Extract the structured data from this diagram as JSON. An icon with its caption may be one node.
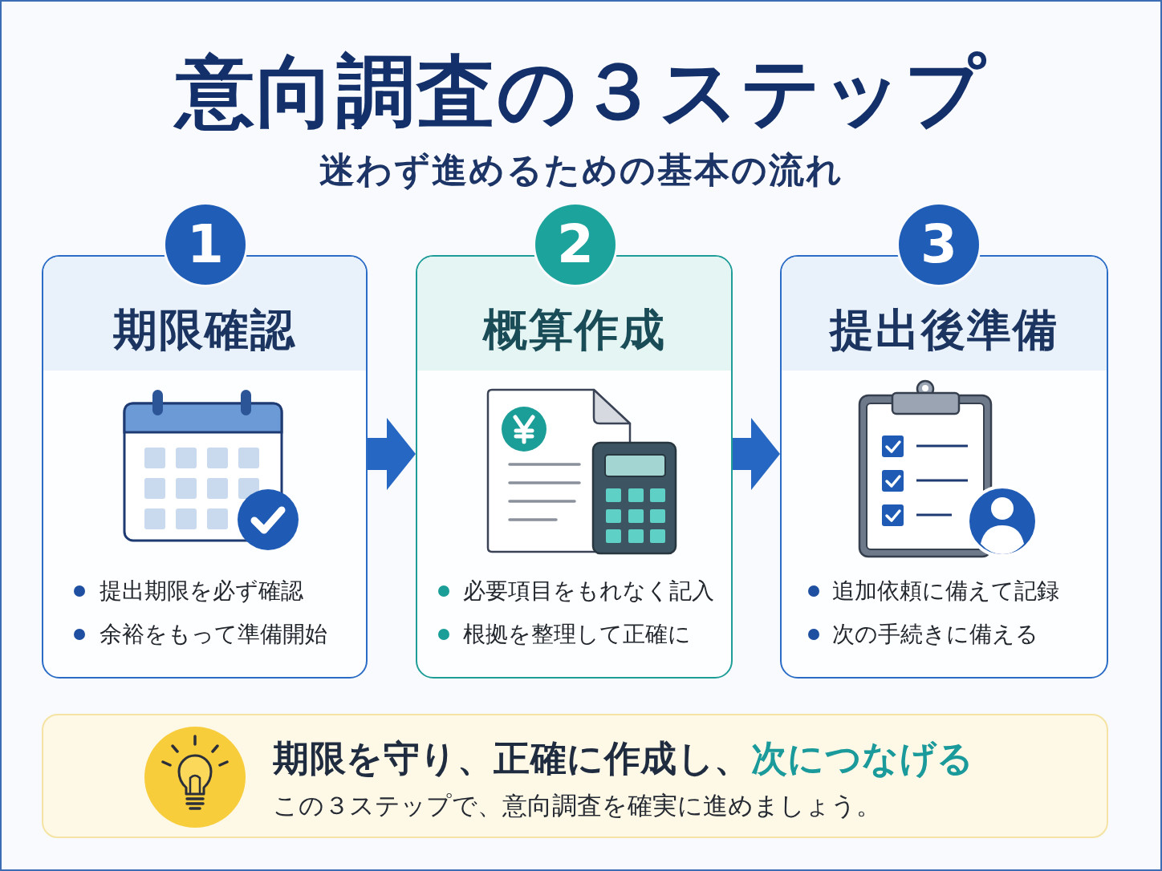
{
  "diagram": {
    "title": "意向調査の３ステップ",
    "nodes": [
      {
        "text": [
          "1"
        ]
      },
      {
        "text": [
          "期限確認",
          "提出期限を必ず確認",
          "余裕をもって準備開始"
        ]
      },
      {
        "text": [
          "2"
        ]
      },
      {
        "text": [
          "概算作成",
          "必要項目をもれなく記入",
          "根拠を整理して正確に"
        ]
      },
      {
        "text": [
          "3"
        ]
      },
      {
        "text": [
          "提出後準備",
          "追加依頼に備えて記録",
          "次の手続きに備える"
        ]
      },
      {
        "text": [
          "期限を守り、正確に作成し、**次につなげる**",
          "この３ステップで、意向調査を確実に進めましょう。"
        ]
      }
    ],
    "edges": [
      {
        "from": 1,
        "to": 3,
        "arrow": "to"
      },
      {
        "from": 3,
        "to": 5,
        "arrow": "to"
      }
    ],
    "labels": [
      "迷わず進めるための基本の流れ"
    ]
  }
}
